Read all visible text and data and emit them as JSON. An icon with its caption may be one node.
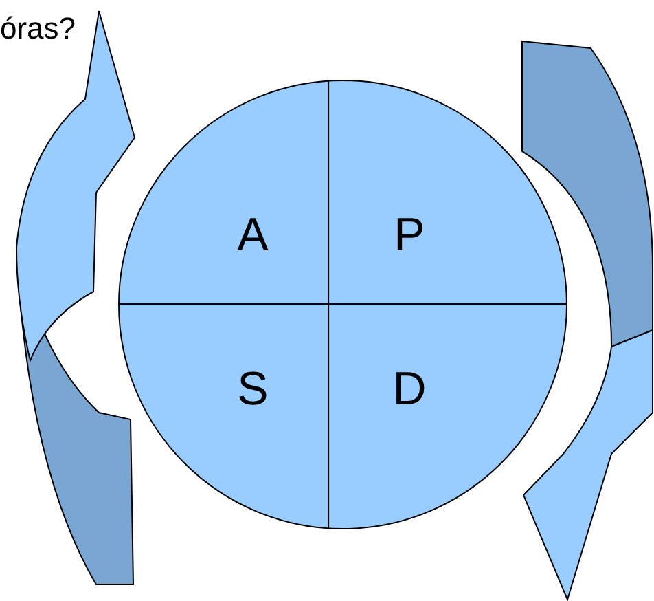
{
  "diagram": {
    "nodes": [
      {
        "text": [],
        "shape": "circle"
      },
      {
        "text": [
          "A"
        ],
        "in": 0
      },
      {
        "text": [
          "P"
        ],
        "in": 0
      },
      {
        "text": [
          "S"
        ],
        "in": 0
      },
      {
        "text": [
          "D"
        ],
        "in": 0
      }
    ],
    "labels": [
      "óras?"
    ]
  }
}
